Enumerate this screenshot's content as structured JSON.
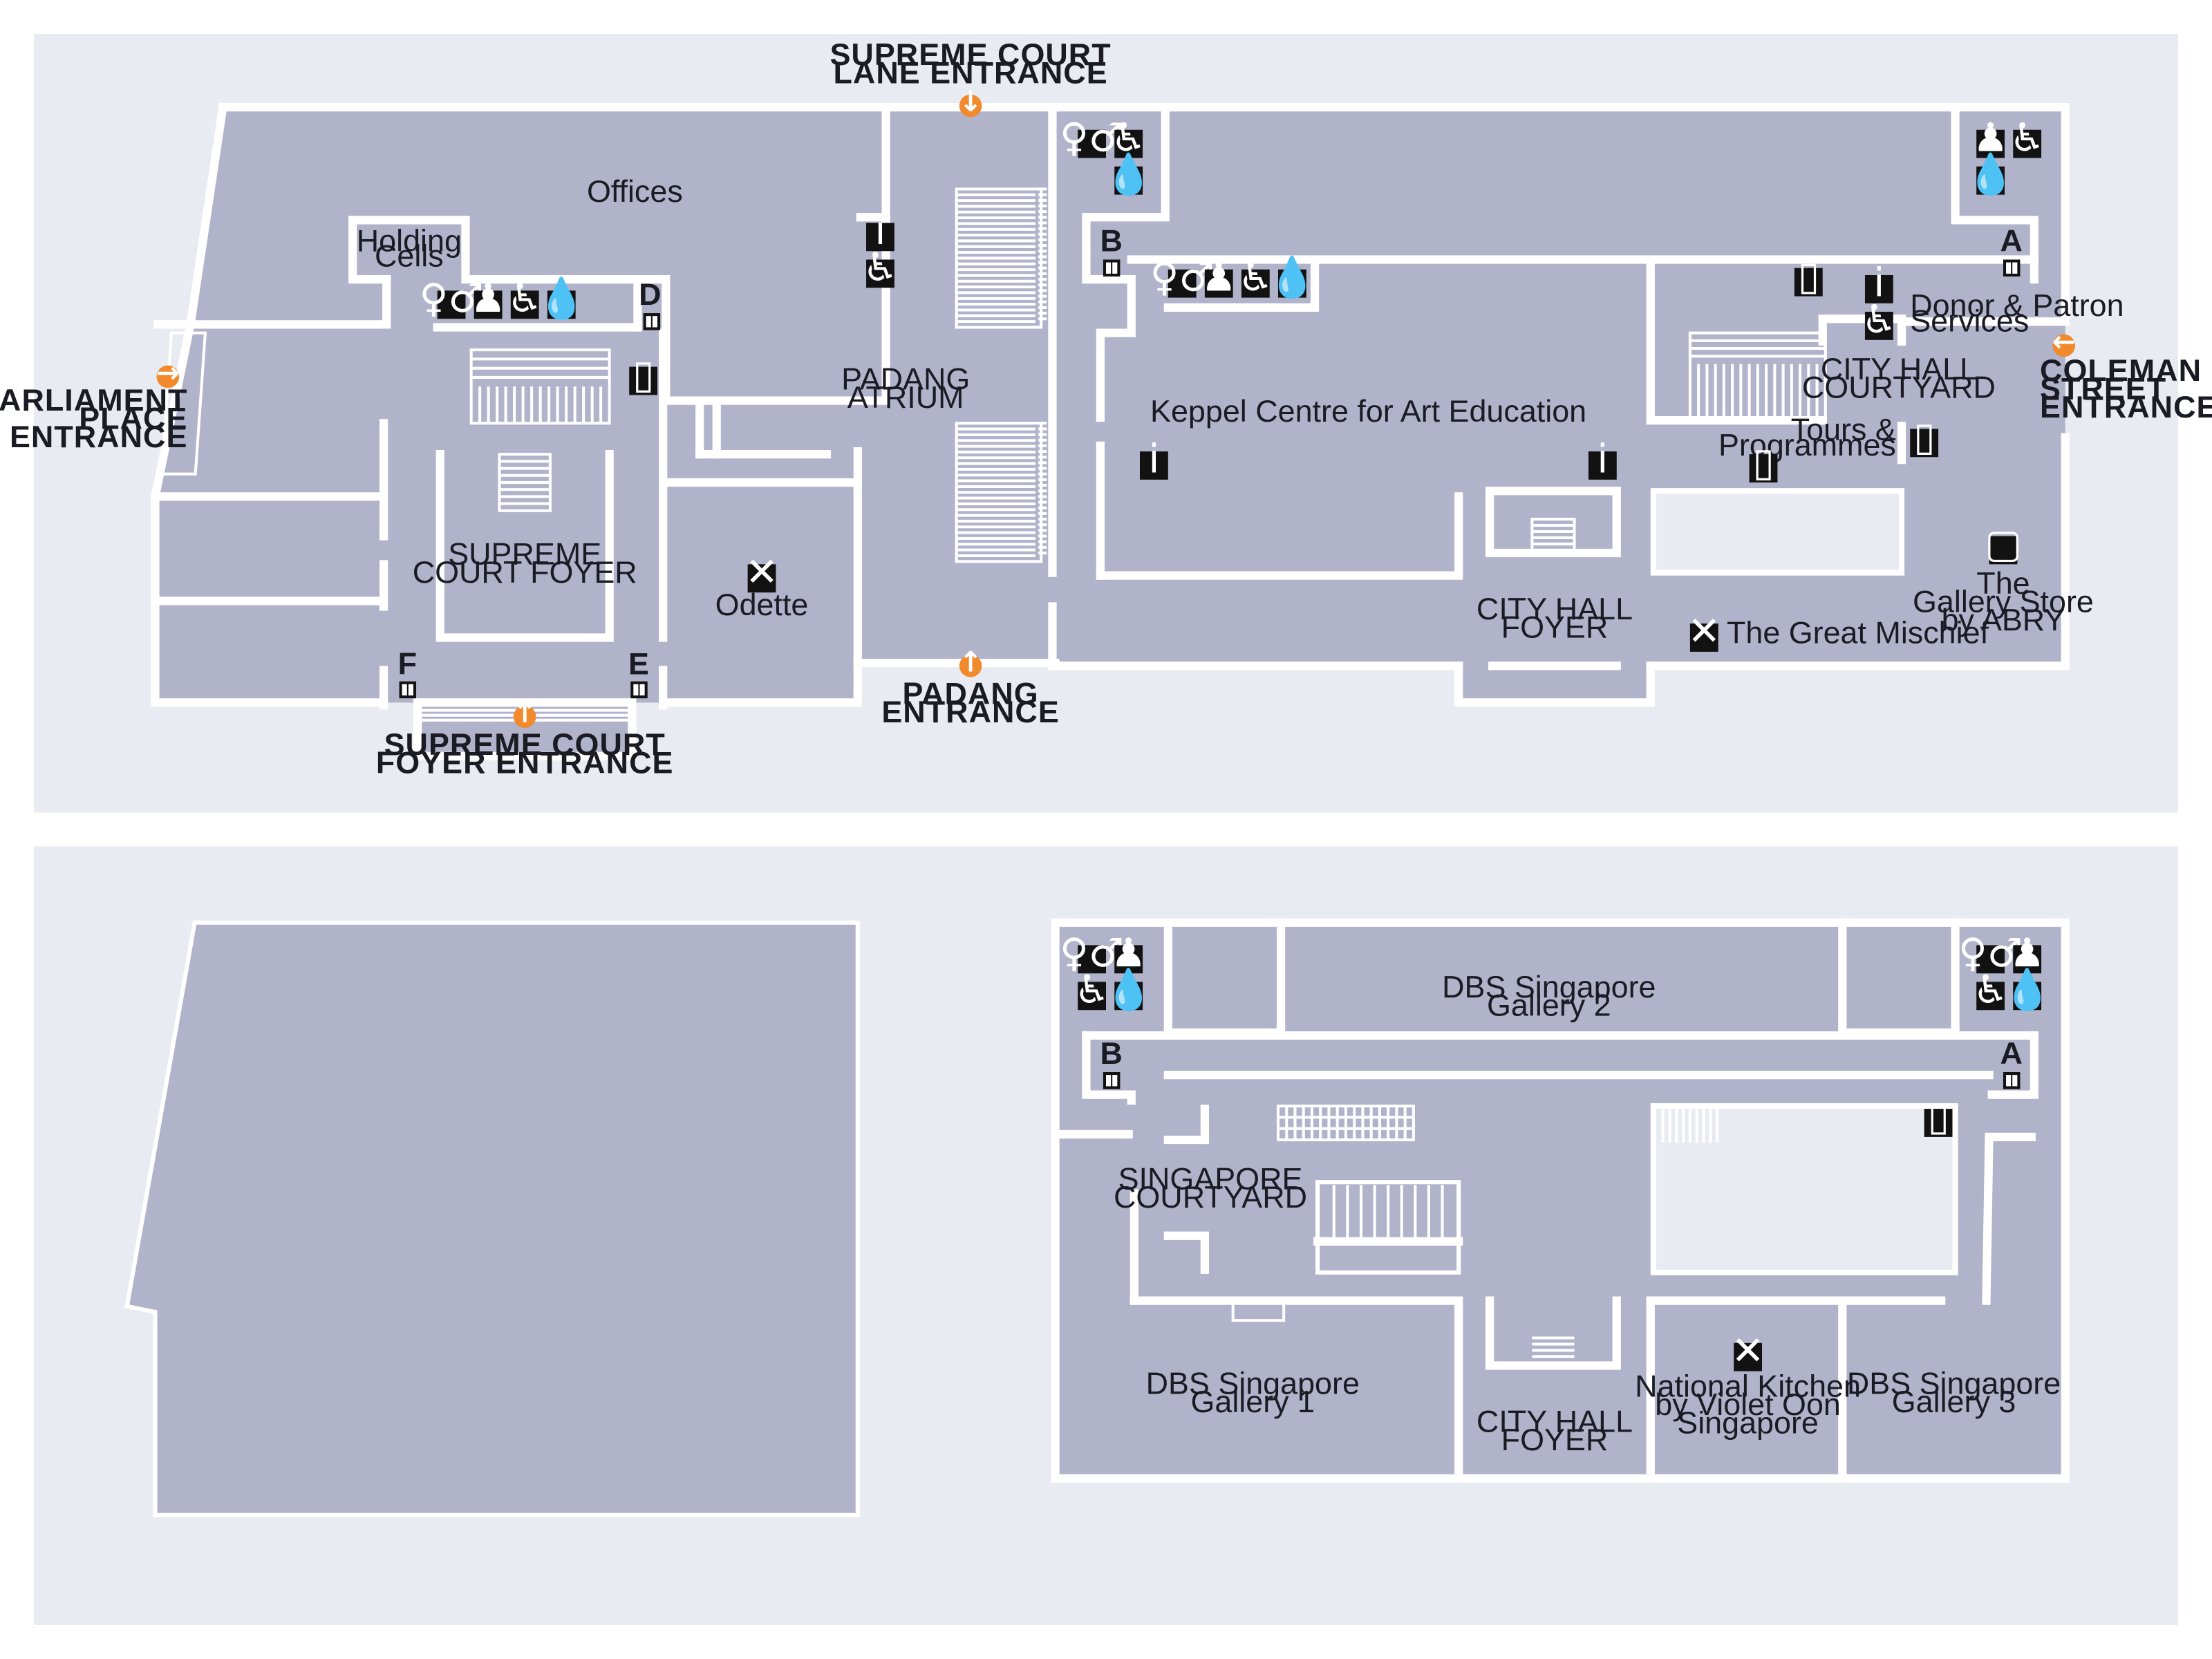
{
  "colors": {
    "panel_bg": "#e9ebf2",
    "floor_fill": "#b0b3ca",
    "walls": "#ffffff",
    "entrance_marker": "#f08a2c",
    "icon_bg": "#121212"
  },
  "upper_plan": {
    "entrances": {
      "supreme_court_lane": [
        "SUPREME COURT",
        "LANE ENTRANCE"
      ],
      "parliament_place": [
        "PARLIAMENT",
        "PLACE",
        "ENTRANCE"
      ],
      "coleman_street": [
        "COLEMAN",
        "STREET",
        "ENTRANCE"
      ],
      "padang": [
        "PADANG",
        "ENTRANCE"
      ],
      "supreme_court_foyer": [
        "SUPREME COURT",
        "FOYER ENTRANCE"
      ]
    },
    "rooms": {
      "offices": "Offices",
      "holding_cells": [
        "Holding",
        "Cells"
      ],
      "supreme_court_foyer": [
        "SUPREME",
        "COURT FOYER"
      ],
      "odette": "Odette",
      "padang_atrium": [
        "PADANG",
        "ATRIUM"
      ],
      "keppel_centre": "Keppel Centre for Art Education",
      "city_hall_courtyard": [
        "CITY HALL",
        "COURTYARD"
      ],
      "donor_patron": [
        "Donor & Patron",
        "Services"
      ],
      "tours": [
        "Tours &",
        "Programmes"
      ],
      "city_hall_foyer": [
        "CITY HALL",
        "FOYER"
      ],
      "great_mischief": "The Great Mischief",
      "gallery_store": [
        "The",
        "Gallery Store",
        "by ABRY"
      ]
    },
    "lifts": {
      "a": "A",
      "b": "B",
      "d": "D",
      "e": "E",
      "f": "F"
    }
  },
  "lower_plan": {
    "rooms": {
      "dbs_gallery_2": [
        "DBS Singapore",
        "Gallery 2"
      ],
      "singapore_courtyard": [
        "SINGAPORE",
        "COURTYARD"
      ],
      "dbs_gallery_1": [
        "DBS Singapore",
        "Gallery 1"
      ],
      "city_hall_foyer": [
        "CITY HALL",
        "FOYER"
      ],
      "national_kitchen": [
        "National Kitchen",
        "by Violet Oon",
        "Singapore"
      ],
      "dbs_gallery_3": [
        "DBS Singapore",
        "Gallery 3"
      ]
    },
    "lifts": {
      "a": "A",
      "b": "B"
    }
  },
  "icons": {
    "toilets": "toilets-icon",
    "baby": "baby-care-icon",
    "accessible": "wheelchair-icon",
    "water": "water-drop-icon",
    "info": "info-icon",
    "lift": "lift-icon",
    "phone": "audio-guide-icon",
    "dining": "dining-icon",
    "shop": "shopping-bag-icon",
    "entrance_arrow": "entrance-arrow-icon"
  }
}
